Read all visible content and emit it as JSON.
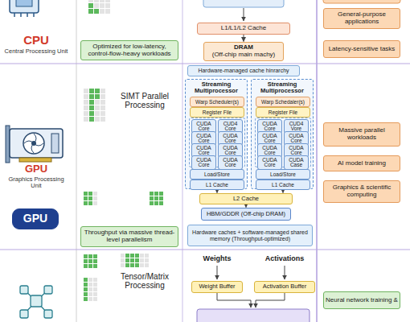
{
  "diagram": {
    "nodes": [
      {
        "text": [
          "Optimized for low-latency, control-flow-heavy workloads"
        ]
      },
      {
        "text": [
          "L1/L1/L2 Cache"
        ]
      },
      {
        "text": [
          "DRAM",
          "(Off-chip main machy)"
        ]
      },
      {
        "text": [
          "Hardware-managed cache hinrarchy"
        ]
      },
      {
        "text": [
          "General-purpose applications"
        ]
      },
      {
        "text": [
          "Latency-sensitive tasks"
        ]
      },
      {
        "text": [
          "GPU"
        ]
      },
      {
        "text": [
          "Throughput via massive thread-level parallelism"
        ]
      },
      {
        "text": [
          "Streaming Multiprocessor"
        ]
      },
      {
        "text": [
          "Warp Scheduler(s)"
        ],
        "in": 8
      },
      {
        "text": [
          "Register File"
        ],
        "in": 8
      },
      {
        "text": [
          "CUDA Core"
        ],
        "in": 8
      },
      {
        "text": [
          "CUD4 Core"
        ],
        "in": 8
      },
      {
        "text": [
          "CUDA Core"
        ],
        "in": 8
      },
      {
        "text": [
          "CUDA Core"
        ],
        "in": 8
      },
      {
        "text": [
          "CUDA Core"
        ],
        "in": 8
      },
      {
        "text": [
          "CUDA Core"
        ],
        "in": 8
      },
      {
        "text": [
          "CUDA Core"
        ],
        "in": 8
      },
      {
        "text": [
          "CUDA Core"
        ],
        "in": 8
      },
      {
        "text": [
          "Load/Store"
        ],
        "in": 8
      },
      {
        "text": [
          "L1 Cache"
        ],
        "in": 8
      },
      {
        "text": [
          "Streaming Multiprocessor"
        ]
      },
      {
        "text": [
          "Warp Schedaler(s)"
        ],
        "in": 21
      },
      {
        "text": [
          "Register File"
        ],
        "in": 21
      },
      {
        "text": [
          "CUDA Core"
        ],
        "in": 21
      },
      {
        "text": [
          "CUD4 Vore"
        ],
        "in": 21
      },
      {
        "text": [
          "CUDA Core"
        ],
        "in": 21
      },
      {
        "text": [
          "CUDA Core"
        ],
        "in": 21
      },
      {
        "text": [
          "CUDA Core"
        ],
        "in": 21
      },
      {
        "text": [
          "CUDA Core"
        ],
        "in": 21
      },
      {
        "text": [
          "CUDA Core"
        ],
        "in": 21
      },
      {
        "text": [
          "CUDA Case"
        ],
        "in": 21
      },
      {
        "text": [
          "Load/Store"
        ],
        "in": 21
      },
      {
        "text": [
          "L1 Cache"
        ],
        "in": 21
      },
      {
        "text": [
          "L2 Cache"
        ]
      },
      {
        "text": [
          "HBM/GDDR (Off-chip DRAM)"
        ]
      },
      {
        "text": [
          "Hardware caches + software-managed shared memory (Throughput-optimized)"
        ]
      },
      {
        "text": [
          "Massive parallel workloads"
        ]
      },
      {
        "text": [
          "AI model training"
        ]
      },
      {
        "text": [
          "Graphics & scientific computing"
        ]
      },
      {
        "text": [
          "Weight Buffer"
        ]
      },
      {
        "text": [
          "Activation Buffer"
        ]
      },
      {
        "text": [
          "Neural network training &"
        ]
      }
    ],
    "edges": [
      {
        "from": 1,
        "to": 2,
        "arrow": "to"
      },
      {
        "from": 20,
        "to": 34,
        "arrow": "to"
      },
      {
        "from": 33,
        "to": 34,
        "arrow": "to"
      },
      {
        "from": 34,
        "to": 35,
        "arrow": "to"
      }
    ],
    "labels": [
      "CPU",
      "Central Processing Unit",
      "SIMT Parallel Processing",
      "GPU",
      "Graphics Processing Unit",
      "Tensor/Matrix Processing",
      "Weights",
      "Activations"
    ]
  }
}
